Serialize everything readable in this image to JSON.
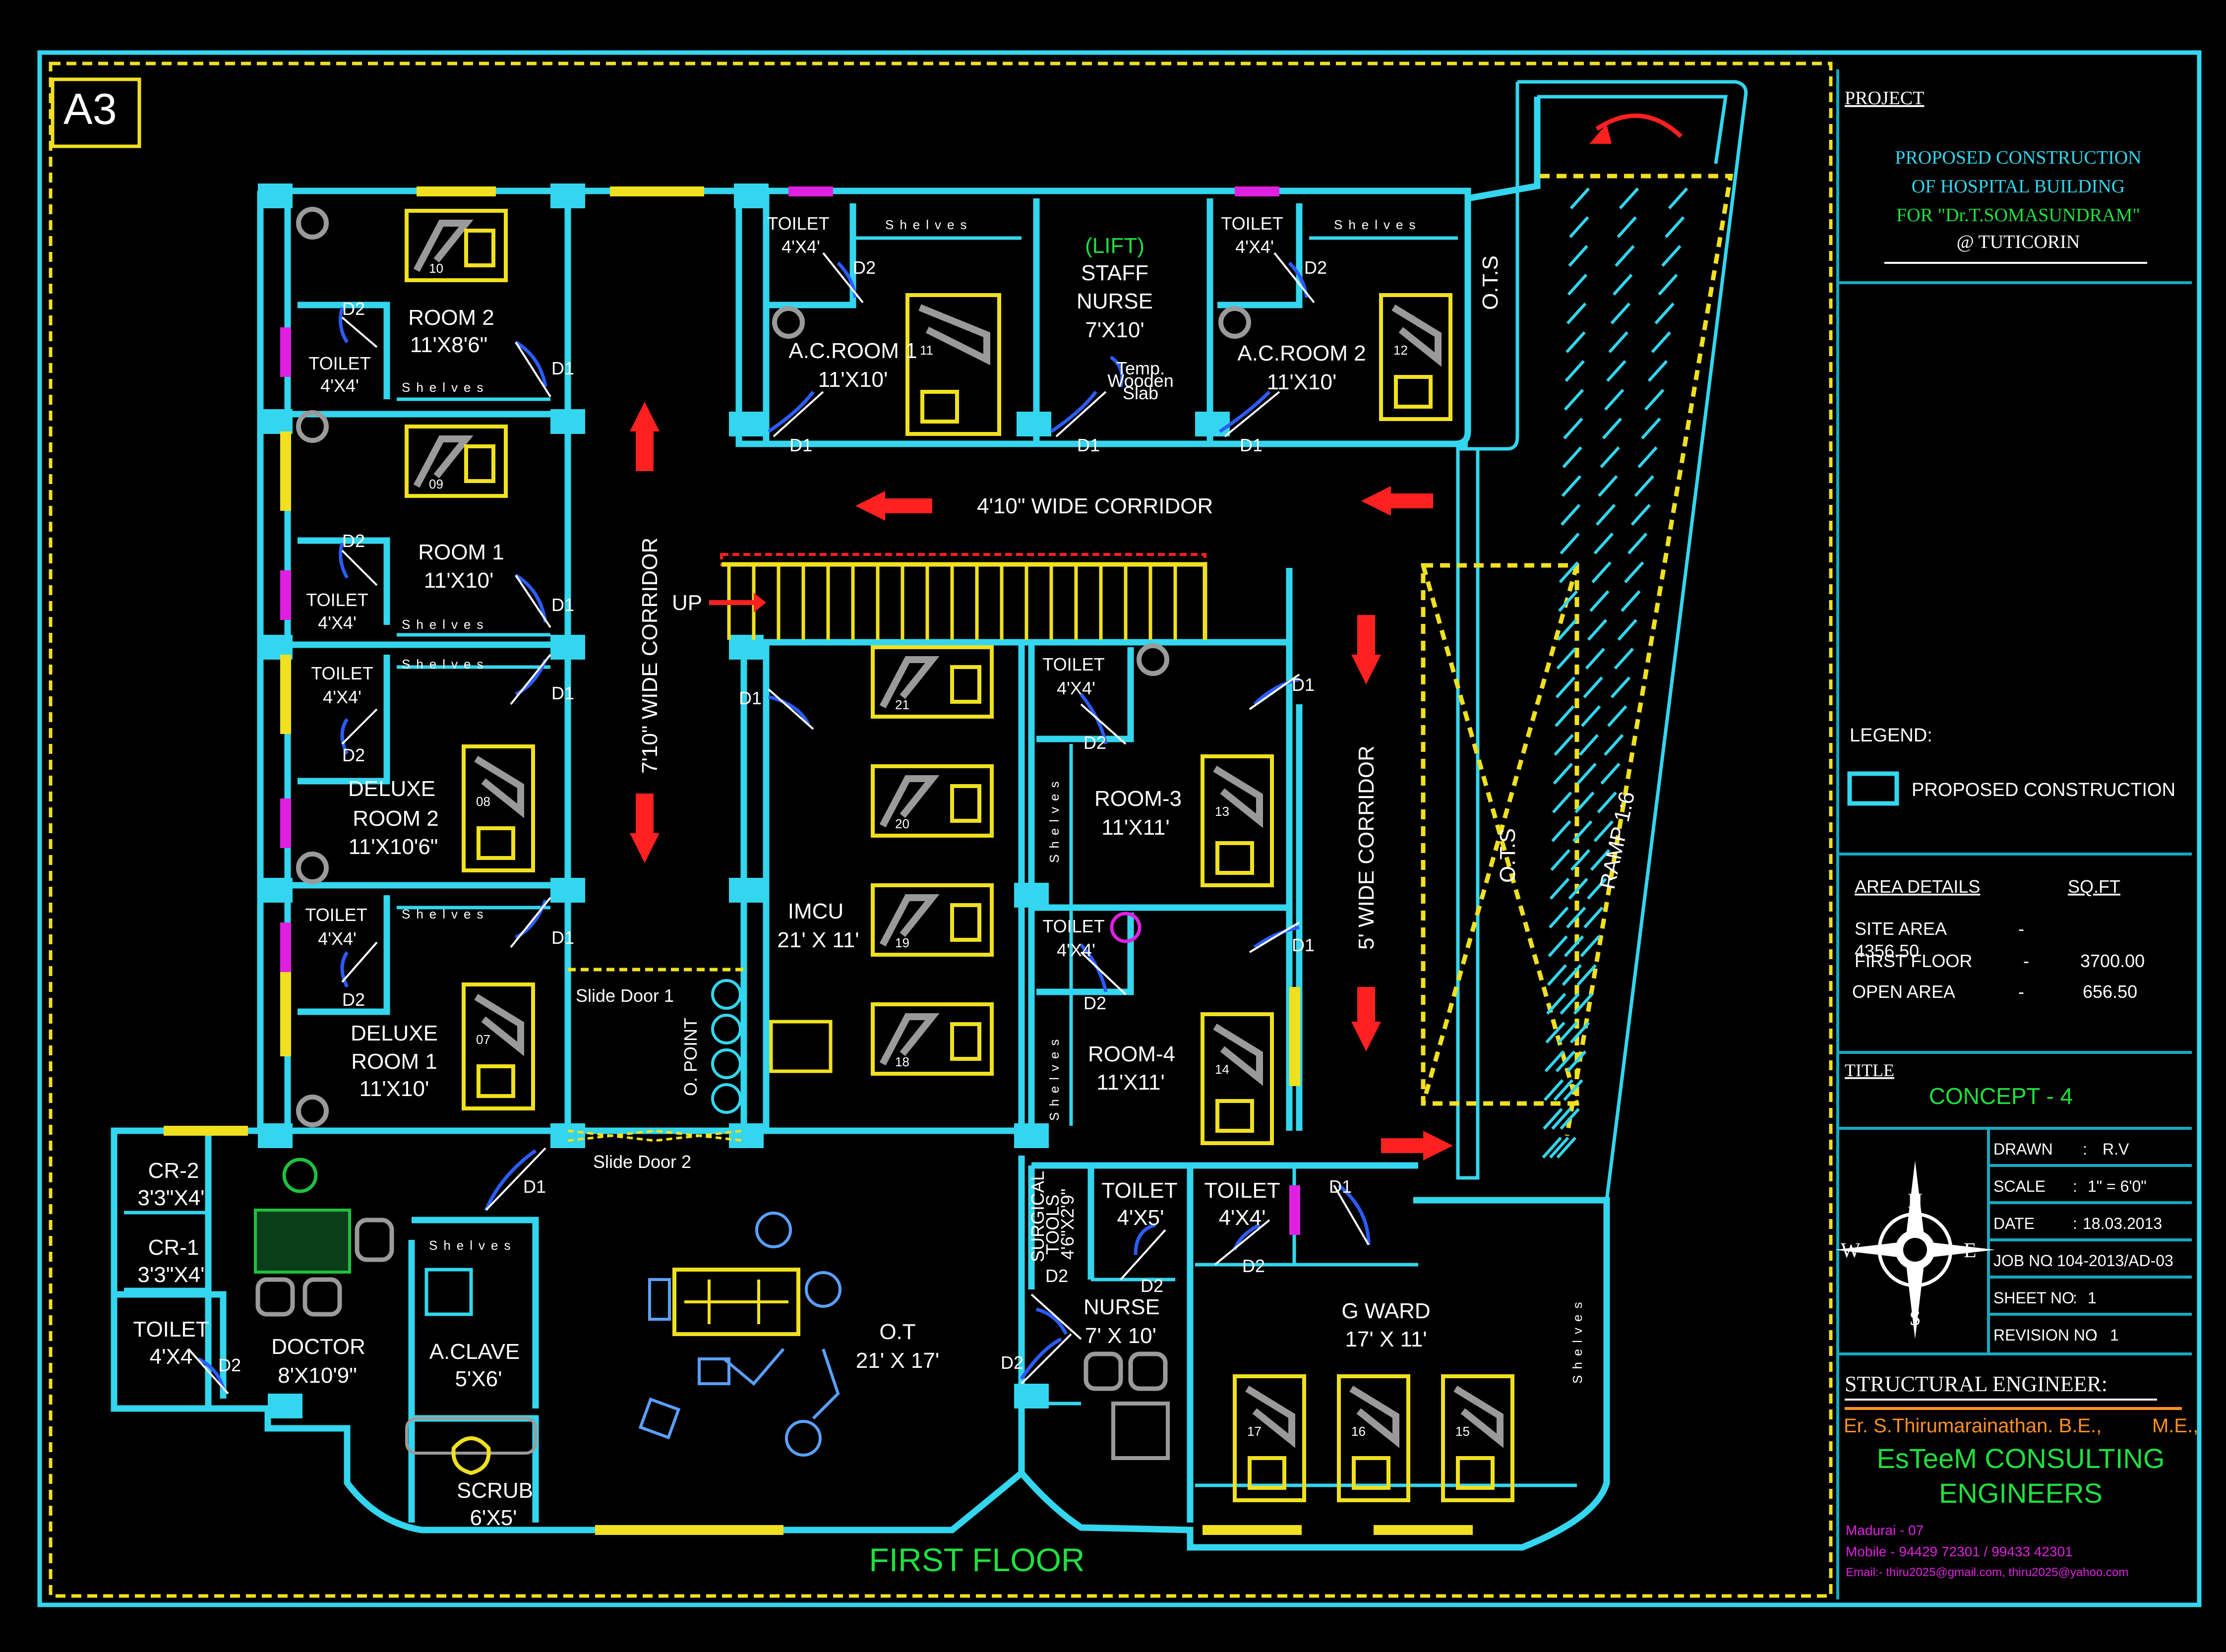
{
  "sheet": {
    "size": "A3",
    "floor_title": "FIRST FLOOR"
  },
  "title_block": {
    "project_heading": "PROJECT",
    "project_lines": [
      "PROPOSED CONSTRUCTION",
      "OF HOSPITAL BUILDING",
      "FOR \"Dr.T.SOMASUNDRAM\"",
      "@ TUTICORIN"
    ],
    "legend_heading": "LEGEND:",
    "legend_item": "PROPOSED CONSTRUCTION",
    "area_heading": "AREA DETAILS",
    "area_unit": "SQ.FT",
    "areas": [
      {
        "label": "SITE AREA",
        "dash": "-",
        "value": "4356.50"
      },
      {
        "label": "FIRST FLOOR",
        "dash": "-",
        "value": "3700.00"
      },
      {
        "label": "OPEN AREA",
        "dash": "-",
        "value": "656.50"
      }
    ],
    "title_heading": "TITLE",
    "title_value": "CONCEPT - 4",
    "compass": {
      "n": "N",
      "s": "S",
      "e": "E",
      "w": "W"
    },
    "info": [
      {
        "label": "DRAWN",
        "sep": ":",
        "value": "R.V"
      },
      {
        "label": "SCALE",
        "sep": ":",
        "value": "1\" = 6'0\""
      },
      {
        "label": "DATE",
        "sep": ":",
        "value": "18.03.2013"
      },
      {
        "label": "JOB NO",
        "sep": ":",
        "value": "104-2013/AD-03"
      },
      {
        "label": "SHEET NO",
        "sep": ":",
        "value": "1"
      },
      {
        "label": "REVISION NO",
        "sep": ":",
        "value": "1"
      }
    ],
    "engineer_heading": "STRUCTURAL ENGINEER:",
    "engineer_name": "Er. S.Thirumarainathan. B.E.,",
    "engineer_degree": "M.E.,",
    "firm_line1": "EsTeeM CONSULTING",
    "firm_line2": "ENGINEERS",
    "address": "Madurai - 07",
    "mobile": "Mobile - 94429 72301 / 99433 42301",
    "email": "Email:- thiru2025@gmail.com, thiru2025@yahoo.com"
  },
  "labels": {
    "room2": [
      "ROOM 2",
      "11'X8'6\""
    ],
    "room1": [
      "ROOM 1",
      "11'X10'"
    ],
    "deluxe2": [
      "DELUXE",
      "ROOM 2",
      "11'X10'6\""
    ],
    "deluxe1": [
      "DELUXE",
      "ROOM 1",
      "11'X10'"
    ],
    "ac1": [
      "A.C.ROOM 1",
      "11'X10'"
    ],
    "ac2": [
      "A.C.ROOM 2",
      "11'X10'"
    ],
    "lift": "(LIFT)",
    "staffnurse": [
      "STAFF",
      "NURSE",
      "7'X10'"
    ],
    "temp_slab": [
      "Temp.",
      "Wooden",
      "Slab"
    ],
    "toilet": "TOILET",
    "toilet_size": "4'X4'",
    "toilet_4x5": "4'X5'",
    "toilet_doc": "4'X4",
    "shelves": "Shelves",
    "corridor_top": "4'10\" WIDE CORRIDOR",
    "corridor_left": "7'10\" WIDE CORRIDOR",
    "corridor_right": "5' WIDE CORRIDOR",
    "up": "UP",
    "imcu": [
      "IMCU",
      "21' X 11'"
    ],
    "room3": [
      "ROOM-3",
      "11'X11'"
    ],
    "room4": [
      "ROOM-4",
      "11'X11'"
    ],
    "ots": "O.T.S",
    "ramp": "RAMP 1:6",
    "slide1": "Slide Door 1",
    "slide2": "Slide Door 2",
    "opoint": "O. POINT",
    "cr2": [
      "CR-2",
      "3'3\"X4'"
    ],
    "cr1": [
      "CR-1",
      "3'3\"X4'"
    ],
    "doctor": [
      "DOCTOR",
      "8'X10'9\""
    ],
    "aclave": [
      "A.CLAVE",
      "5'X6'"
    ],
    "scrub": [
      "SCRUB",
      "6'X5'"
    ],
    "ot": [
      "O.T",
      "21' X 17'"
    ],
    "nurse": [
      "NURSE",
      "7' X 10'"
    ],
    "surgical": [
      "SURGICAL",
      "TOOLS",
      "4'6\"X2'9\""
    ],
    "gward": [
      "G WARD",
      "17' X 11'"
    ],
    "doors": {
      "d1": "D1",
      "d2": "D2"
    },
    "beds": [
      "10",
      "09",
      "08",
      "07",
      "11",
      "12",
      "21",
      "20",
      "19",
      "18",
      "13",
      "14",
      "17",
      "16",
      "15"
    ]
  }
}
